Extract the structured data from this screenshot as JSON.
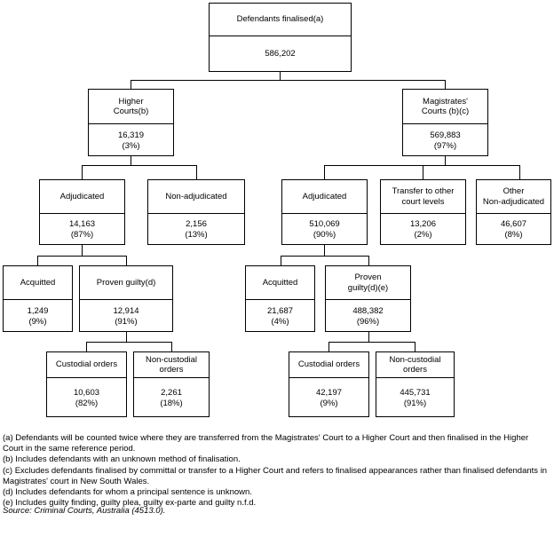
{
  "chart_data": {
    "type": "diagram",
    "subtype": "flowchart-tree",
    "title": "Defendants finalised(a)",
    "nodes": [
      {
        "id": "root",
        "label": "Defendants finalised(a)",
        "value": "586,202",
        "percent": "",
        "level": 0
      },
      {
        "id": "higher",
        "label": "Higher\nCourts(b)",
        "value": "16,319",
        "percent": "(3%)",
        "level": 1
      },
      {
        "id": "magistrates",
        "label": "Magistrates'\nCourts (b)(c)",
        "value": "569,883",
        "percent": "(97%)",
        "level": 1
      },
      {
        "id": "h-adj",
        "label": "Adjudicated",
        "value": "14,163",
        "percent": "(87%)",
        "level": 2
      },
      {
        "id": "h-nonadj",
        "label": "Non-adjudicated",
        "value": "2,156",
        "percent": "(13%)",
        "level": 2
      },
      {
        "id": "m-adj",
        "label": "Adjudicated",
        "value": "510,069",
        "percent": "(90%)",
        "level": 2
      },
      {
        "id": "m-transfer",
        "label": "Transfer to other\ncourt levels",
        "value": "13,206",
        "percent": "(2%)",
        "level": 2
      },
      {
        "id": "m-other",
        "label": "Other\nNon-adjudicated",
        "value": "46,607",
        "percent": "(8%)",
        "level": 2
      },
      {
        "id": "h-acquitted",
        "label": "Acquitted",
        "value": "1,249",
        "percent": "(9%)",
        "level": 3
      },
      {
        "id": "h-proven",
        "label": "Proven guilty(d)",
        "value": "12,914",
        "percent": "(91%)",
        "level": 3
      },
      {
        "id": "m-acquitted",
        "label": "Acquitted",
        "value": "21,687",
        "percent": "(4%)",
        "level": 3
      },
      {
        "id": "m-proven",
        "label": "Proven\nguilty(d)(e)",
        "value": "488,382",
        "percent": "(96%)",
        "level": 3
      },
      {
        "id": "h-custodial",
        "label": "Custodial orders",
        "value": "10,603",
        "percent": "(82%)",
        "level": 4
      },
      {
        "id": "h-noncustodial",
        "label": "Non-custodial\norders",
        "value": "2,261",
        "percent": "(18%)",
        "level": 4
      },
      {
        "id": "m-custodial",
        "label": "Custodial orders",
        "value": "42,197",
        "percent": "(9%)",
        "level": 4
      },
      {
        "id": "m-noncustodial",
        "label": "Non-custodial\norders",
        "value": "445,731",
        "percent": "(91%)",
        "level": 4
      }
    ],
    "edges": [
      {
        "from": "root",
        "to": "higher"
      },
      {
        "from": "root",
        "to": "magistrates"
      },
      {
        "from": "higher",
        "to": "h-adj"
      },
      {
        "from": "higher",
        "to": "h-nonadj"
      },
      {
        "from": "magistrates",
        "to": "m-adj"
      },
      {
        "from": "magistrates",
        "to": "m-transfer"
      },
      {
        "from": "magistrates",
        "to": "m-other"
      },
      {
        "from": "h-adj",
        "to": "h-acquitted"
      },
      {
        "from": "h-adj",
        "to": "h-proven"
      },
      {
        "from": "m-adj",
        "to": "m-acquitted"
      },
      {
        "from": "m-adj",
        "to": "m-proven"
      },
      {
        "from": "h-proven",
        "to": "h-custodial"
      },
      {
        "from": "h-proven",
        "to": "h-noncustodial"
      },
      {
        "from": "m-proven",
        "to": "m-custodial"
      },
      {
        "from": "m-proven",
        "to": "m-noncustodial"
      }
    ]
  },
  "boxes": {
    "root": {
      "title": "Defendants finalised(a)",
      "value": "586,202",
      "pct": ""
    },
    "higher": {
      "title": "Higher\nCourts(b)",
      "value": "16,319",
      "pct": "(3%)"
    },
    "magistrates": {
      "title": "Magistrates'\nCourts (b)(c)",
      "value": "569,883",
      "pct": "(97%)"
    },
    "h_adj": {
      "title": "Adjudicated",
      "value": "14,163",
      "pct": "(87%)"
    },
    "h_nonadj": {
      "title": "Non-adjudicated",
      "value": "2,156",
      "pct": "(13%)"
    },
    "m_adj": {
      "title": "Adjudicated",
      "value": "510,069",
      "pct": "(90%)"
    },
    "m_transfer": {
      "title": "Transfer to other\ncourt levels",
      "value": "13,206",
      "pct": "(2%)"
    },
    "m_other": {
      "title": "Other\nNon-adjudicated",
      "value": "46,607",
      "pct": "(8%)"
    },
    "h_acquitted": {
      "title": "Acquitted",
      "value": "1,249",
      "pct": "(9%)"
    },
    "h_proven": {
      "title": "Proven guilty(d)",
      "value": "12,914",
      "pct": "(91%)"
    },
    "m_acquitted": {
      "title": "Acquitted",
      "value": "21,687",
      "pct": "(4%)"
    },
    "m_proven": {
      "title": "Proven\nguilty(d)(e)",
      "value": "488,382",
      "pct": "(96%)"
    },
    "h_custodial": {
      "title": "Custodial orders",
      "value": "10,603",
      "pct": "(82%)"
    },
    "h_noncustodial": {
      "title": "Non-custodial\norders",
      "value": "2,261",
      "pct": "(18%)"
    },
    "m_custodial": {
      "title": "Custodial orders",
      "value": "42,197",
      "pct": "(9%)"
    },
    "m_noncustodial": {
      "title": "Non-custodial\norders",
      "value": "445,731",
      "pct": "(91%)"
    }
  },
  "footnotes": {
    "a": "(a) Defendants will be counted twice where they are transferred from the Magistrates' Court to a Higher Court and then finalised in the Higher Court in the same reference period.",
    "b": "(b) Includes defendants with an unknown method of finalisation.",
    "c": "(c) Excludes defendants finalised by committal or transfer to a Higher Court and refers to finalised appearances rather than finalised defendants in Magistrates' court in New South Wales.",
    "d": "(d) Includes defendants for whom a principal sentence is unknown.",
    "e": "(e) Includes guilty finding, guilty plea, guilty ex-parte and guilty n.f.d."
  },
  "source": "Source: Criminal Courts, Australia (4513.0).",
  "colors": {
    "background": "#ffffff",
    "line": "#000000",
    "text": "#000000"
  }
}
